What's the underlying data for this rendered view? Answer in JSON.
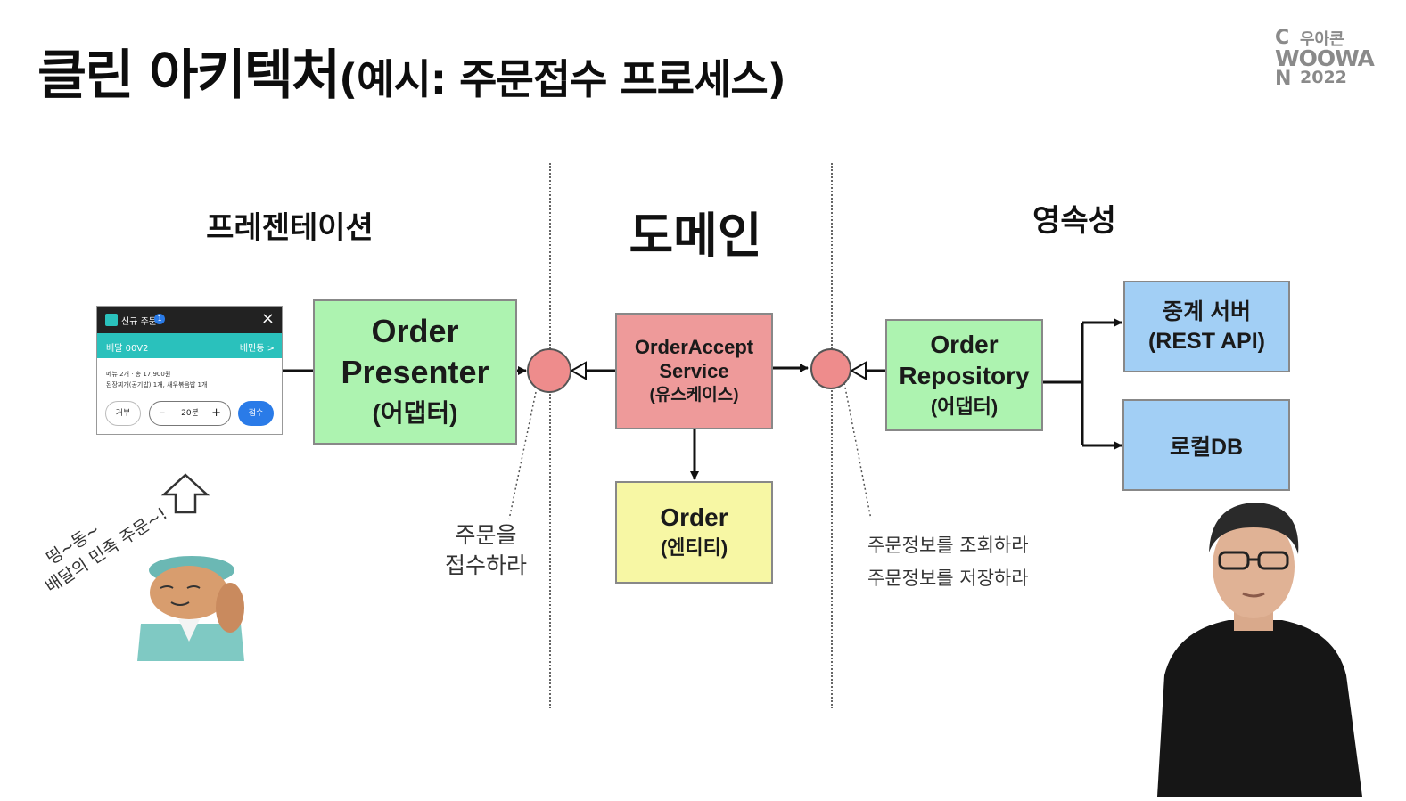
{
  "title": {
    "main": "클린 아키텍처",
    "sub": "(예시: 주문접수 프로세스)"
  },
  "logo": {
    "line1": "우아콘",
    "line2": "WOOWA",
    "line3": "2022",
    "c": "C",
    "n": "N"
  },
  "layers": {
    "presentation": "프레젠테이션",
    "domain": "도메인",
    "persistence": "영속성"
  },
  "order_card": {
    "header": "신규 주문",
    "badge": "1",
    "delivery": "배달 00V2",
    "service": "배민동 >",
    "summary": "메뉴 2개 · 총 17,900원",
    "items": "된장찌개(공기밥) 1개, 새우볶음밥 1개",
    "reject": "거부",
    "minus": "−",
    "time": "20분",
    "plus": "+",
    "accept": "접수"
  },
  "mascot_text": {
    "line1": "띵~동~",
    "line2": "배달의 민족 주문~!"
  },
  "boxes": {
    "presenter": {
      "line1": "Order",
      "line2": "Presenter",
      "line3": "(어댑터)"
    },
    "service": {
      "line1": "OrderAccept",
      "line2": "Service",
      "line3": "(유스케이스)"
    },
    "entity": {
      "line1": "Order",
      "line2": "(엔티티)"
    },
    "repository": {
      "line1": "Order",
      "line2": "Repository",
      "line3": "(어댑터)"
    },
    "relay": {
      "line1": "중계 서버",
      "line2": "(REST API)"
    },
    "localdb": {
      "line1": "로컬DB"
    }
  },
  "notes": {
    "input_port": {
      "line1": "주문을",
      "line2": "접수하라"
    },
    "output_port": {
      "line1": "주문정보를 조회하라",
      "line2": "주문정보를 저장하라"
    }
  },
  "colors": {
    "adapter": "#adf3b0",
    "usecase": "#ee9a9a",
    "entity": "#f7f7a4",
    "external": "#a2cff5",
    "port": "#ee8c8c",
    "brand": "#2ac1bc"
  }
}
